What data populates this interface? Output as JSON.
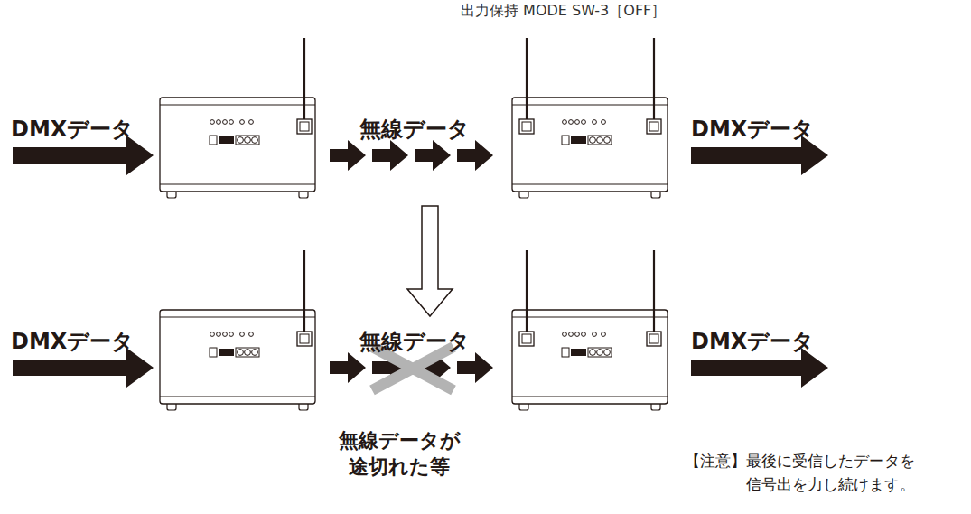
{
  "diagram": {
    "labels": [
      "出力保持 MODE SW-3［OFF］",
      "DMXデータ",
      "無線データ",
      "DMXデータ",
      "DMXデータ",
      "無線データ",
      "DMXデータ",
      "無線データが 途切れた等",
      "【注意】最後に受信したデータを 信号出を力し続けます。"
    ]
  }
}
